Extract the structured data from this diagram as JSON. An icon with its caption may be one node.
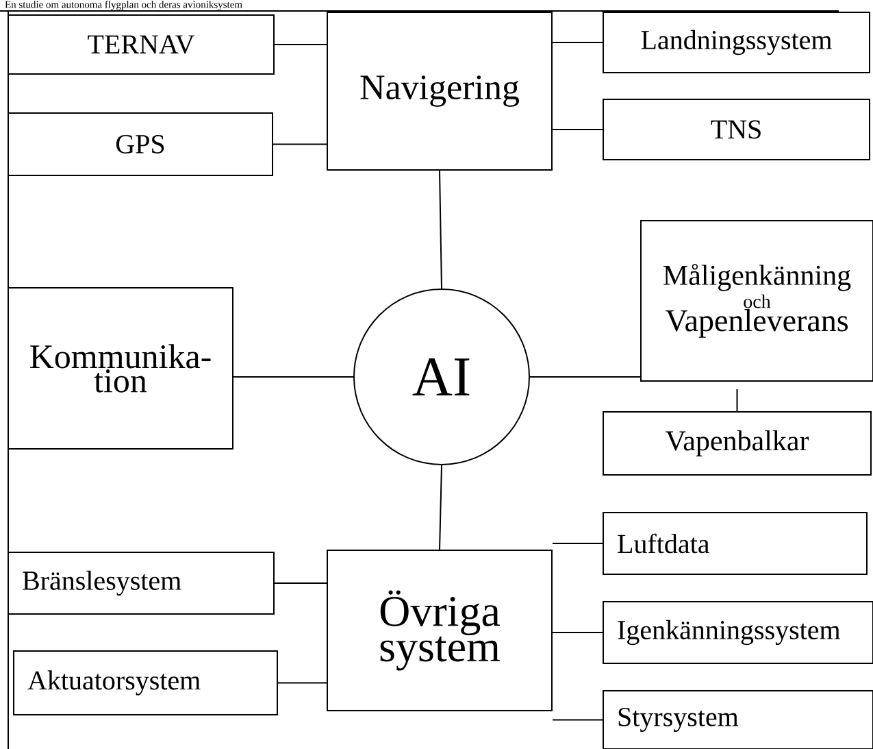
{
  "diagram": {
    "nodes": [
      {
        "text": [
          "Navigering"
        ]
      },
      {
        "text": [
          "TERNAV"
        ]
      },
      {
        "text": [
          "GPS"
        ]
      },
      {
        "text": [
          "Landningssystem"
        ]
      },
      {
        "text": [
          "TNS"
        ]
      },
      {
        "text": [
          "AI"
        ]
      },
      {
        "text": [
          "Kommunika- tion"
        ]
      },
      {
        "text": [
          "Måligenkänning",
          "och",
          "Vapenleverans"
        ]
      },
      {
        "text": [
          "Vapenbalkar"
        ]
      },
      {
        "text": [
          "Övriga system"
        ]
      },
      {
        "text": [
          "Bränslesystem"
        ]
      },
      {
        "text": [
          "Aktuatorsystem"
        ]
      },
      {
        "text": [
          "Luftdata"
        ]
      },
      {
        "text": [
          "Igenkänningssystem"
        ]
      },
      {
        "text": [
          "Styrsystem"
        ]
      }
    ],
    "edges": [
      {
        "from": 1,
        "to": 0,
        "arrow": "none"
      },
      {
        "from": 2,
        "to": 0,
        "arrow": "none"
      },
      {
        "from": 0,
        "to": 3,
        "arrow": "none"
      },
      {
        "from": 0,
        "to": 4,
        "arrow": "none"
      },
      {
        "from": 0,
        "to": 5,
        "arrow": "none"
      },
      {
        "from": 6,
        "to": 5,
        "arrow": "none"
      },
      {
        "from": 5,
        "to": 7,
        "arrow": "none"
      },
      {
        "from": 7,
        "to": 8,
        "arrow": "none"
      },
      {
        "from": 5,
        "to": 9,
        "arrow": "none"
      },
      {
        "from": 10,
        "to": 9,
        "arrow": "none"
      },
      {
        "from": 11,
        "to": 9,
        "arrow": "none"
      },
      {
        "from": 9,
        "to": 12,
        "arrow": "none"
      },
      {
        "from": 9,
        "to": 13,
        "arrow": "none"
      },
      {
        "from": 9,
        "to": 14,
        "arrow": "none"
      }
    ],
    "labels": [
      "En studie om autonoma flygplan och deras avioniksystem"
    ]
  }
}
